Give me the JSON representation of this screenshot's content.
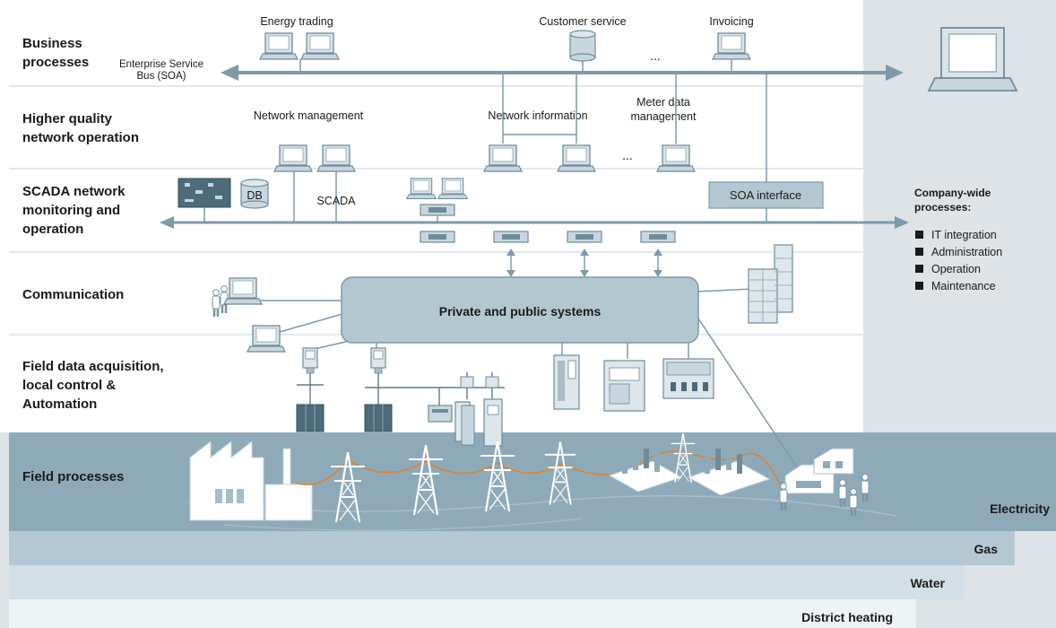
{
  "rows": [
    {
      "lines": [
        "Business",
        "processes"
      ]
    },
    {
      "lines": [
        "Higher quality",
        "network operation"
      ]
    },
    {
      "lines": [
        "SCADA network",
        "monitoring and",
        "operation"
      ]
    },
    {
      "lines": [
        "Communication"
      ]
    },
    {
      "lines": [
        "Field data acquisition,",
        "local control &",
        "Automation"
      ]
    },
    {
      "lines": [
        "Field processes"
      ]
    }
  ],
  "business": {
    "energy_trading": "Energy trading",
    "customer_service": "Customer service",
    "invoicing": "Invoicing",
    "ellipsis": "...",
    "esb_line1": "Enterprise Service",
    "esb_line2": "Bus (SOA)"
  },
  "network": {
    "network_management": "Network management",
    "network_information": "Network information",
    "meter_line1": "Meter data",
    "meter_line2": "management",
    "ellipsis": "..."
  },
  "scada": {
    "db": "DB",
    "scada": "SCADA",
    "soa_interface": "SOA interface"
  },
  "communication": {
    "hub": "Private and public systems"
  },
  "company_wide": {
    "title_line1": "Company-wide",
    "title_line2": "processes:",
    "items": [
      "IT integration",
      "Administration",
      "Operation",
      "Maintenance"
    ]
  },
  "utilities": {
    "electricity": "Electricity",
    "gas": "Gas",
    "water": "Water",
    "district_heating": "District heating"
  },
  "colors": {
    "background": "#dde3e7",
    "panel": "#ffffff",
    "line": "#7d9aa9",
    "hub_fill": "#b3c7d1",
    "field_band": "#8eaab9",
    "gas_band": "#b4c8d3",
    "water_band": "#d2dfe6",
    "heating_band": "#edf2f5",
    "power_line": "#e0822c"
  }
}
